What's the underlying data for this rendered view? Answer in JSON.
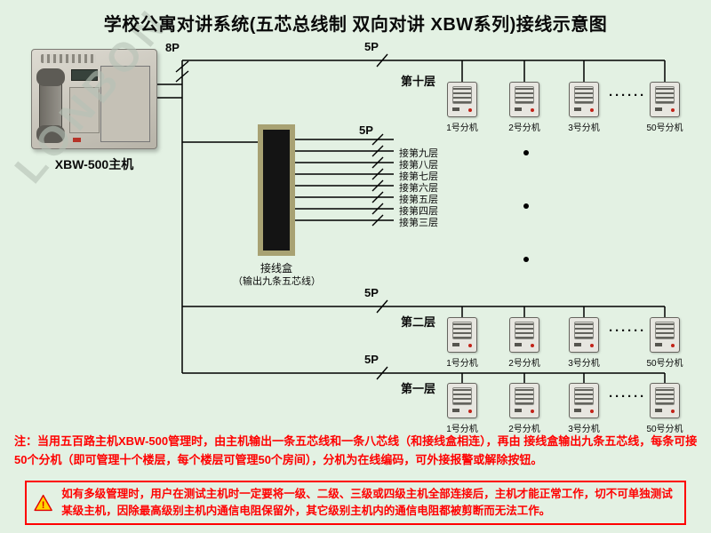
{
  "title": "学校公寓对讲系统(五芯总线制 双向对讲 XBW系列)接线示意图",
  "watermark": "LONBON",
  "master": {
    "label": "XBW-500主机"
  },
  "junction_box": {
    "label": "接线盒",
    "sublabel": "（输出九条五芯线）"
  },
  "wires": {
    "label_8p": "8P",
    "label_5p": "5P"
  },
  "branches": [
    "接第九层",
    "接第八层",
    "接第七层",
    "接第六层",
    "接第五层",
    "接第四层",
    "接第三层"
  ],
  "floors": [
    {
      "name": "第十层"
    },
    {
      "name": "第二层"
    },
    {
      "name": "第一层"
    }
  ],
  "unit_labels": [
    "1号分机",
    "2号分机",
    "3号分机",
    "50号分机"
  ],
  "row_ellipsis": "······",
  "note": "注：当用五百路主机XBW-500管理时，由主机输出一条五芯线和一条八芯线（和接线盒相连），再由 接线盒输出九条五芯线，每条可接50个分机（即可管理十个楼层，每个楼层可管理50个房间），分机为在线编码，可外接报警或解除按钮。",
  "warning": "如有多级管理时，用户在测试主机时一定要将一级、二级、三级或四级主机全部连接后，主机才能正常工作，切不可单独测试某级主机，因除最高级别主机内通信电阻保留外，其它级别主机内的通信电阻都被剪断而无法工作。",
  "warning_icon": "!",
  "colors": {
    "background": "#e3f1e3",
    "line": "#000000",
    "note_red": "#ff0000",
    "warning_border": "#ff0000",
    "junction_fill": "#141414",
    "junction_border": "#a8a273"
  }
}
